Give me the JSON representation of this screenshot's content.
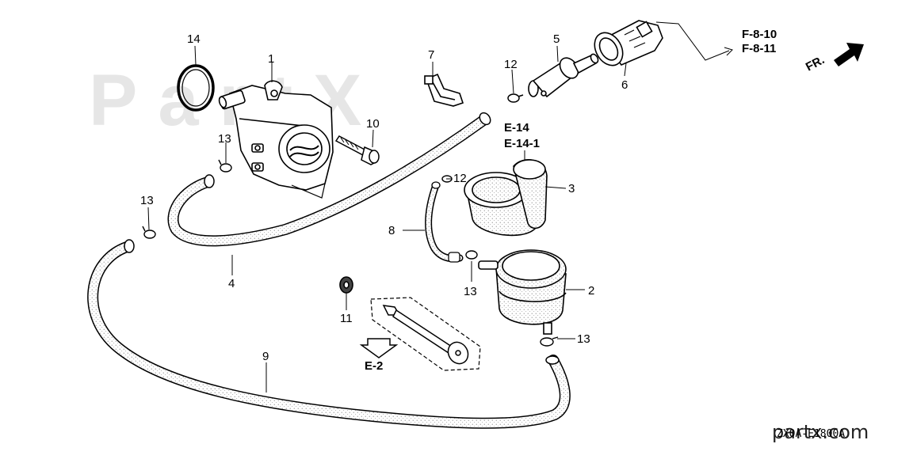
{
  "diagram": {
    "parts": {
      "p1": "1",
      "p2": "2",
      "p3": "3",
      "p4": "4",
      "p5": "5",
      "p6": "6",
      "p7": "7",
      "p8": "8",
      "p9": "9",
      "p10": "10",
      "p11": "11",
      "p12a": "12",
      "p12b": "12",
      "p13a": "13",
      "p13b": "13",
      "p13c": "13",
      "p13d": "13",
      "p14": "14"
    },
    "refs": {
      "f810": "F-8-10",
      "f811": "F-8-11",
      "e14": "E-14",
      "e141": "E-14-1",
      "e2": "E-2",
      "fr": "FR."
    },
    "drawing_code": "ZX0A-E1800A",
    "watermark_site": "partx.com",
    "background_watermark": "PartX"
  },
  "colors": {
    "line": "#000000",
    "stipple": "#555555",
    "ghost": "#e6e6e6"
  }
}
